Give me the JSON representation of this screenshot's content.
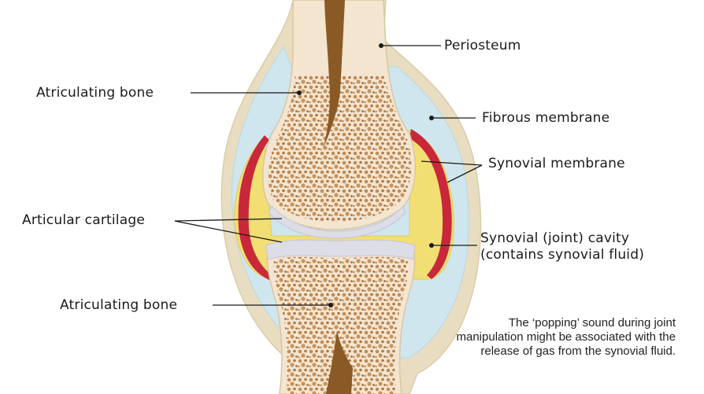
{
  "labels": {
    "periosteum": "Periosteum",
    "upper_bone": "Atriculating bone",
    "fibrous_membrane": "Fibrous membrane",
    "synovial_membrane": "Synovial membrane",
    "articular_cartilage": "Articular cartilage",
    "cavity_line1": "Synovial (joint) cavity",
    "cavity_line2": "(contains synovial fluid)",
    "lower_bone": "Atriculating bone"
  },
  "note": "The ‘popping’ sound during joint manipulation might be associated with the release of gas from the synovial fluid.",
  "colors": {
    "capsule_outer": "#e8ddc0",
    "capsule_blue": "#cfe6ee",
    "fluid": "#f2df73",
    "synovial_membrane": "#c8283a",
    "cartilage": "#dcdde6",
    "bone": "#f3e5cf",
    "spongy": "#b57f4a",
    "marrow": "#8a5a26"
  }
}
